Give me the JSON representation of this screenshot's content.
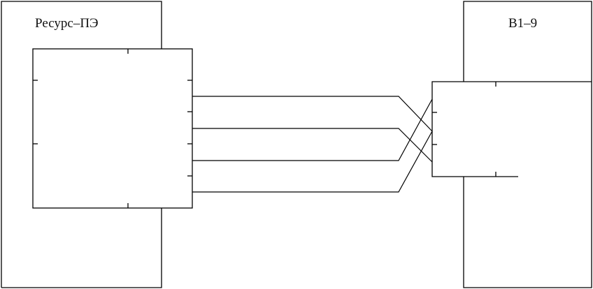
{
  "diagram": {
    "left_device": {
      "label": "Ресурс–ПЭ"
    },
    "right_device": {
      "label": "B1–9"
    },
    "connection": {
      "wire_count": 4,
      "crossed": true
    },
    "colors": {
      "line": "#000000",
      "background": "#ffffff"
    }
  }
}
